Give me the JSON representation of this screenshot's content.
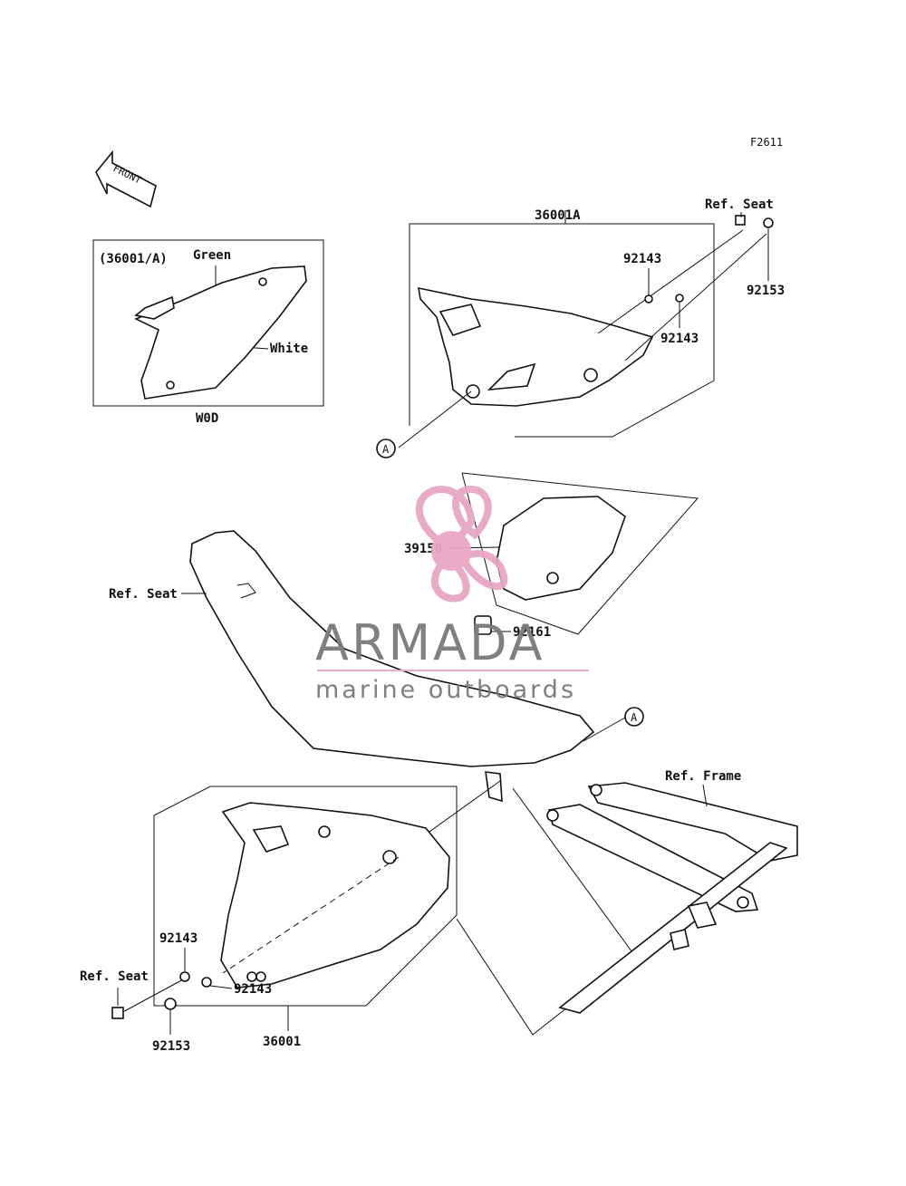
{
  "figure_code": "F2611",
  "front_arrow_label": "FRONT",
  "inset": {
    "title": "(36001/A)",
    "label_green": "Green",
    "label_white": "White",
    "caption": "W0D"
  },
  "labels": {
    "p36001A": "36001A",
    "p36001": "36001",
    "p92143_a": "92143",
    "p92143_b": "92143",
    "p92143_c": "92143",
    "p92143_d": "92143",
    "p92153_a": "92153",
    "p92153_b": "92153",
    "p39156": "39156",
    "p92161": "92161",
    "ref_seat_top": "Ref. Seat",
    "ref_seat_mid": "Ref. Seat",
    "ref_seat_bot": "Ref. Seat",
    "ref_frame": "Ref. Frame",
    "marker_a_top": "A",
    "marker_a_mid": "A"
  },
  "watermark": {
    "brand": "ARMADA",
    "tagline": "marine outboards",
    "brand_color": "#e8a6c4",
    "text_color": "#7a7a7a"
  }
}
